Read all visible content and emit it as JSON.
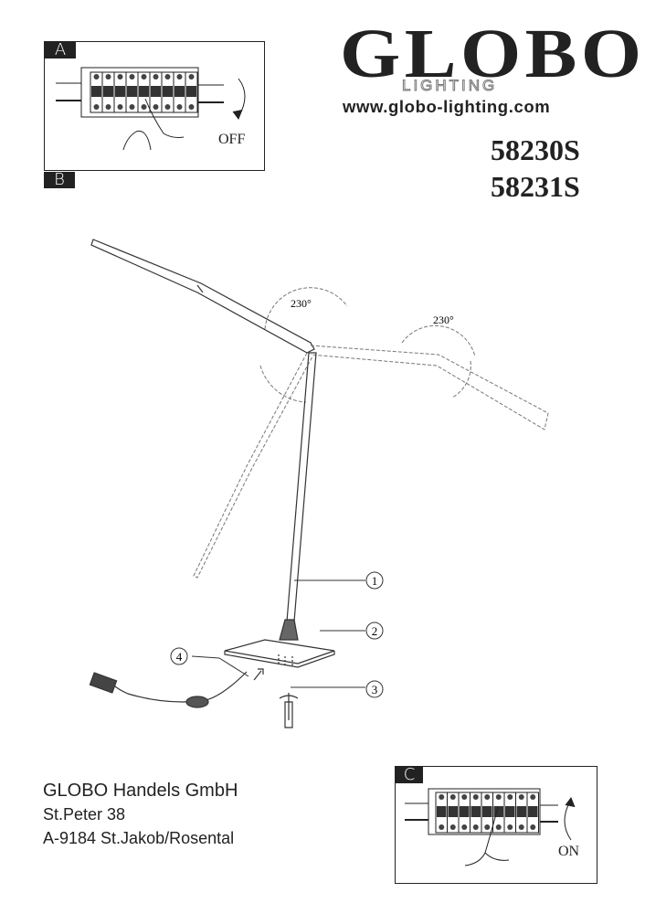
{
  "header": {
    "brand": "GLOBO",
    "brand_sub": "LIGHTING",
    "website": "www.globo-lighting.com",
    "models": [
      "58230S",
      "58231S"
    ]
  },
  "panels": {
    "a": {
      "tag": "A",
      "label": "OFF"
    },
    "b": {
      "tag": "B"
    },
    "c": {
      "tag": "C",
      "label": "ON"
    }
  },
  "diagram": {
    "angles": [
      "230°",
      "230°"
    ],
    "callouts": [
      "1",
      "2",
      "3",
      "4"
    ]
  },
  "company": {
    "name": "GLOBO Handels GmbH",
    "street": "St.Peter 38",
    "city": "A-9184 St.Jakob/Rosental"
  }
}
